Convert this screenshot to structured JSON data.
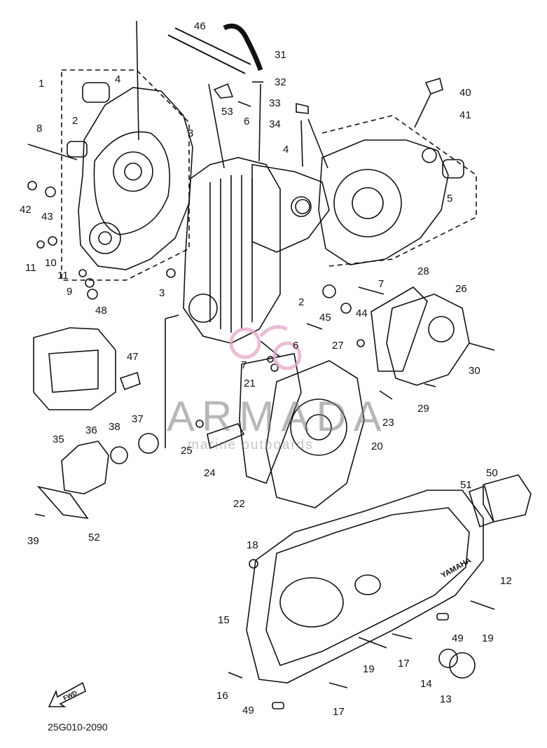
{
  "callouts": [
    {
      "id": "1",
      "text": "1"
    },
    {
      "id": "2a",
      "text": "2"
    },
    {
      "id": "2b",
      "text": "2"
    },
    {
      "id": "3a",
      "text": "3"
    },
    {
      "id": "3b",
      "text": "3"
    },
    {
      "id": "4a",
      "text": "4"
    },
    {
      "id": "4b",
      "text": "4"
    },
    {
      "id": "5",
      "text": "5"
    },
    {
      "id": "6a",
      "text": "6"
    },
    {
      "id": "6b",
      "text": "6"
    },
    {
      "id": "7a",
      "text": "7"
    },
    {
      "id": "7b",
      "text": "7"
    },
    {
      "id": "8",
      "text": "8"
    },
    {
      "id": "9",
      "text": "9"
    },
    {
      "id": "10",
      "text": "10"
    },
    {
      "id": "11a",
      "text": "11"
    },
    {
      "id": "11b",
      "text": "11"
    },
    {
      "id": "12",
      "text": "12"
    },
    {
      "id": "13",
      "text": "13"
    },
    {
      "id": "14",
      "text": "14"
    },
    {
      "id": "15",
      "text": "15"
    },
    {
      "id": "16",
      "text": "16"
    },
    {
      "id": "17a",
      "text": "17"
    },
    {
      "id": "17b",
      "text": "17"
    },
    {
      "id": "18",
      "text": "18"
    },
    {
      "id": "19a",
      "text": "19"
    },
    {
      "id": "19b",
      "text": "19"
    },
    {
      "id": "20",
      "text": "20"
    },
    {
      "id": "21",
      "text": "21"
    },
    {
      "id": "22",
      "text": "22"
    },
    {
      "id": "23",
      "text": "23"
    },
    {
      "id": "24",
      "text": "24"
    },
    {
      "id": "25",
      "text": "25"
    },
    {
      "id": "26",
      "text": "26"
    },
    {
      "id": "27",
      "text": "27"
    },
    {
      "id": "28",
      "text": "28"
    },
    {
      "id": "29",
      "text": "29"
    },
    {
      "id": "30",
      "text": "30"
    },
    {
      "id": "31",
      "text": "31"
    },
    {
      "id": "32",
      "text": "32"
    },
    {
      "id": "33",
      "text": "33"
    },
    {
      "id": "34",
      "text": "34"
    },
    {
      "id": "35",
      "text": "35"
    },
    {
      "id": "36",
      "text": "36"
    },
    {
      "id": "37",
      "text": "37"
    },
    {
      "id": "38",
      "text": "38"
    },
    {
      "id": "39",
      "text": "39"
    },
    {
      "id": "40",
      "text": "40"
    },
    {
      "id": "41",
      "text": "41"
    },
    {
      "id": "42",
      "text": "42"
    },
    {
      "id": "43",
      "text": "43"
    },
    {
      "id": "44",
      "text": "44"
    },
    {
      "id": "45",
      "text": "45"
    },
    {
      "id": "46",
      "text": "46"
    },
    {
      "id": "47",
      "text": "47"
    },
    {
      "id": "48",
      "text": "48"
    },
    {
      "id": "49a",
      "text": "49"
    },
    {
      "id": "49b",
      "text": "49"
    },
    {
      "id": "50",
      "text": "50"
    },
    {
      "id": "51",
      "text": "51"
    },
    {
      "id": "52",
      "text": "52"
    },
    {
      "id": "53",
      "text": "53"
    }
  ],
  "diagram_code": "25G010-2090",
  "fwd_label": "FWD",
  "cover_brand": "YAMAHA",
  "watermark": {
    "title": "ARMADA",
    "subtitle": "marine outboards"
  },
  "colors": {
    "ink": "#111111",
    "watermark_pink": "#e7a6c8",
    "watermark_gray": "#8a8a8a"
  }
}
